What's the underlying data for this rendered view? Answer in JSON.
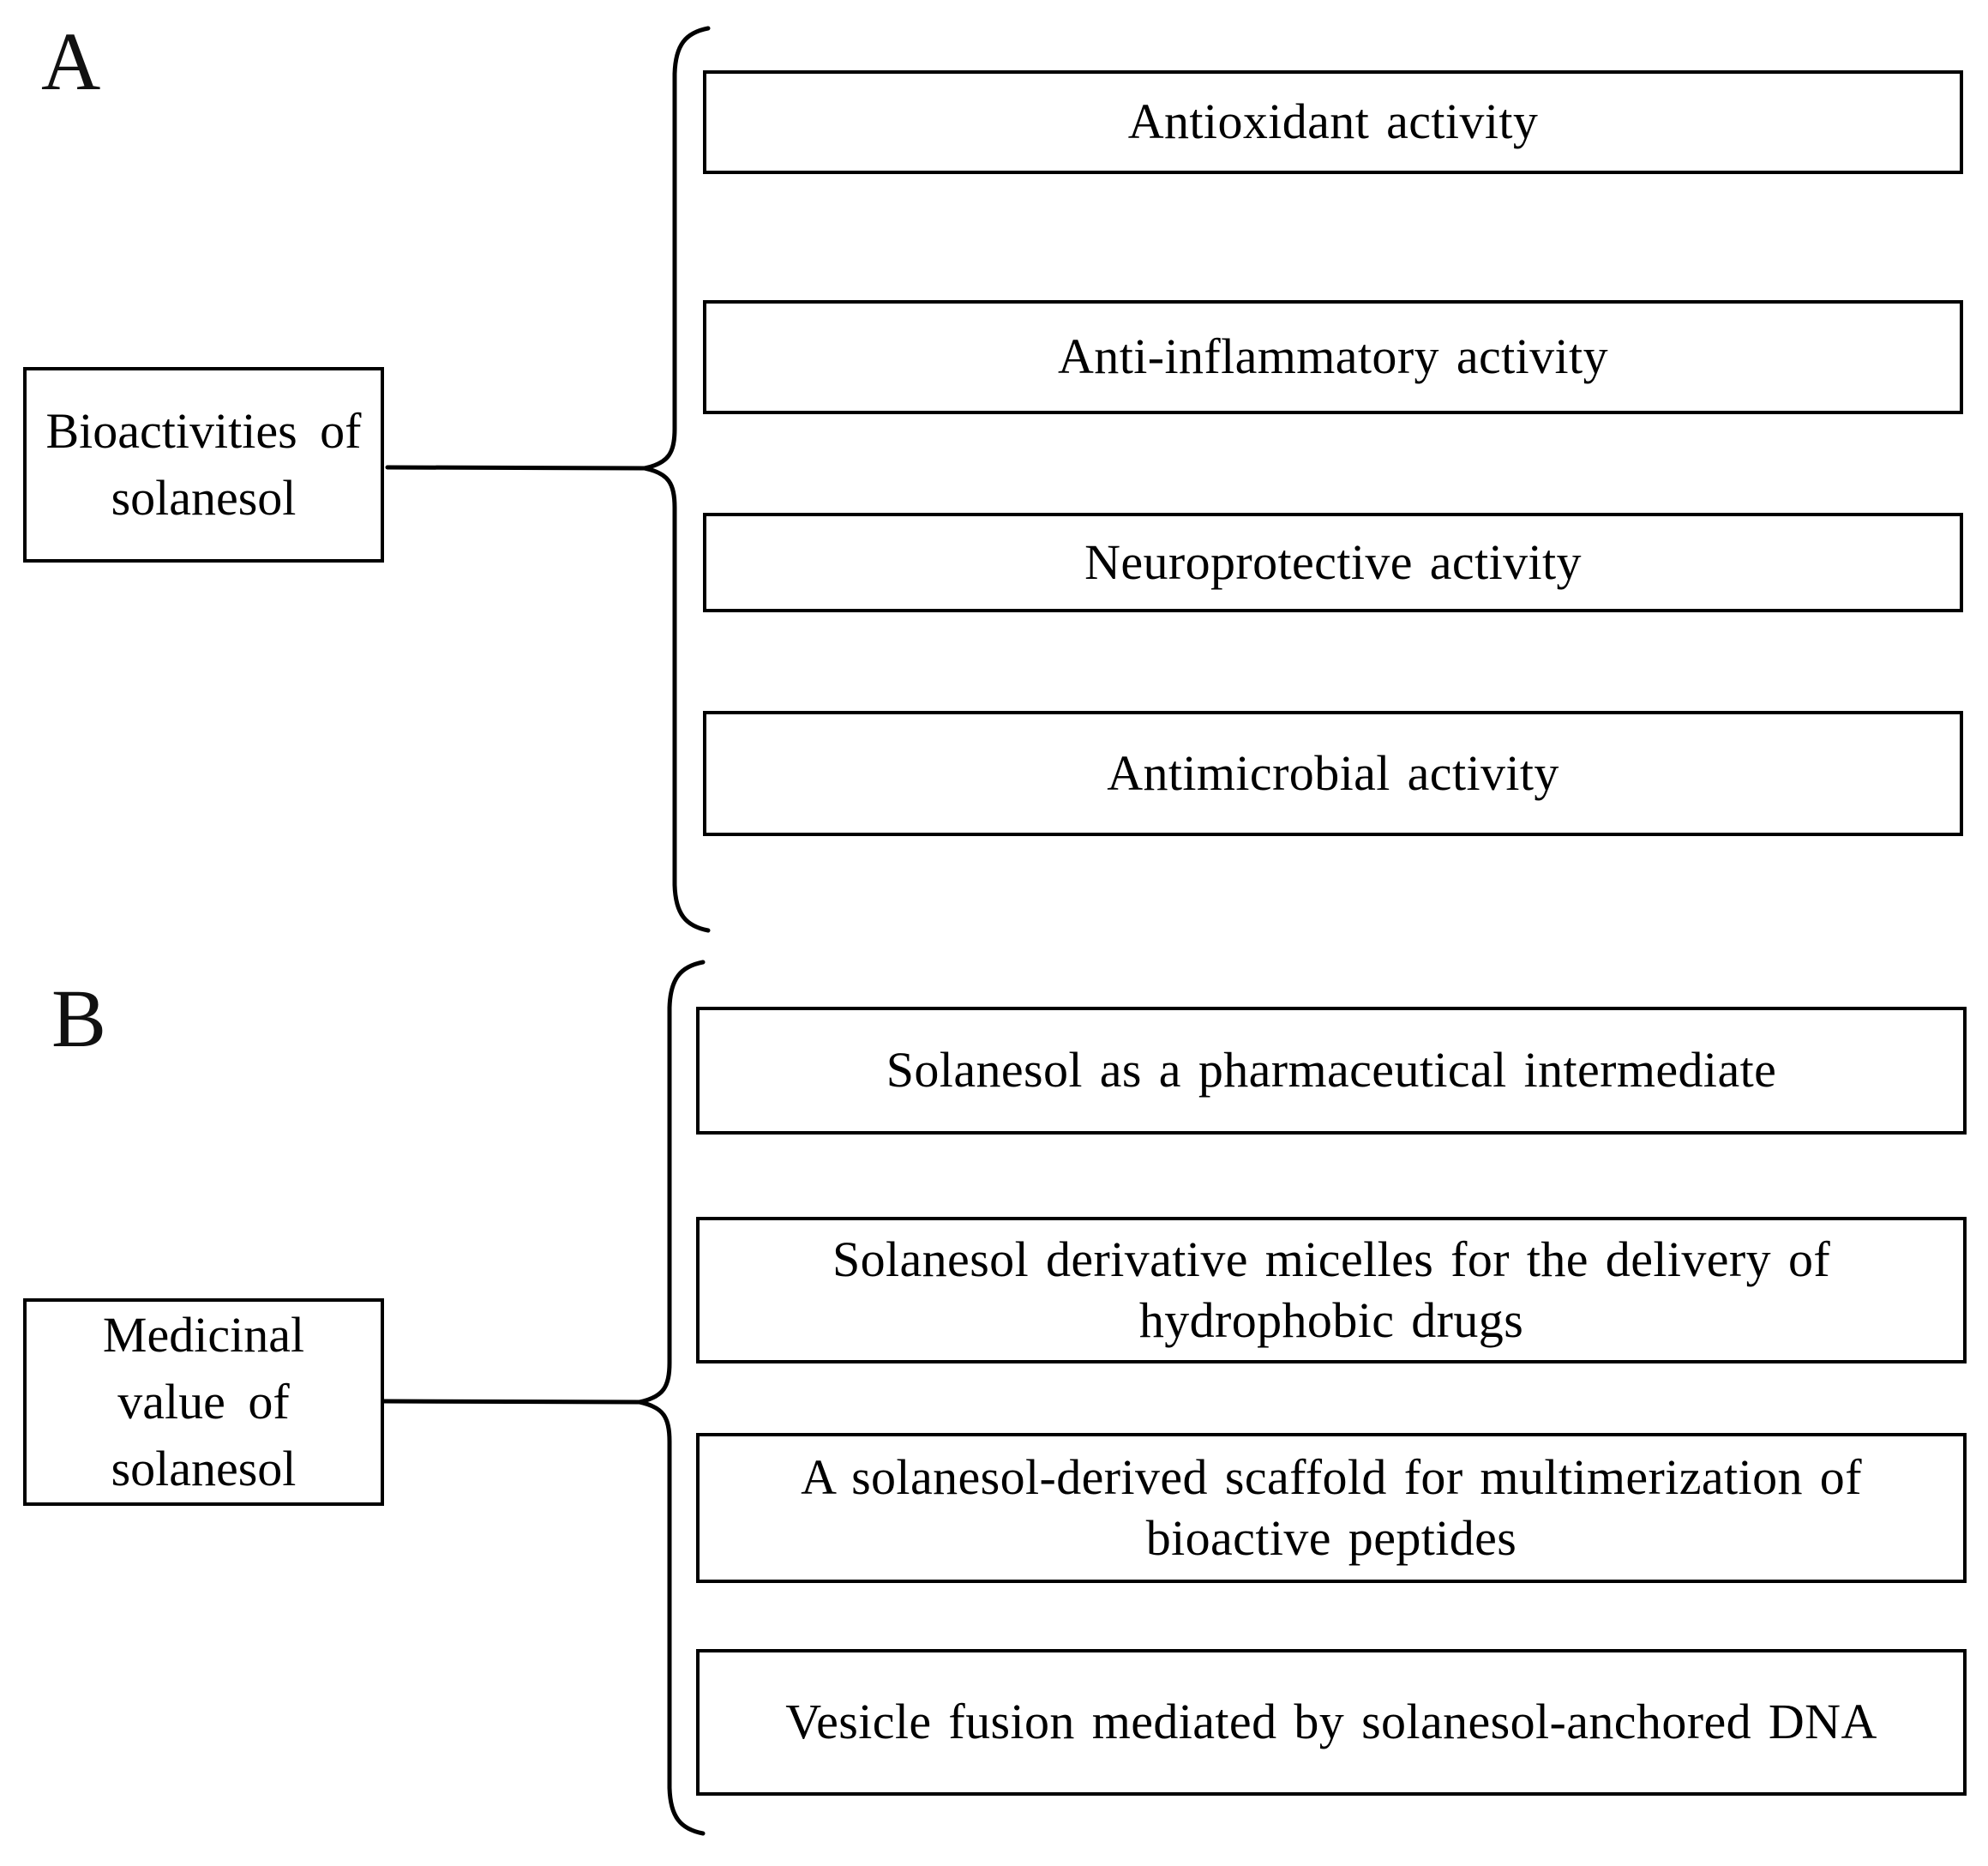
{
  "figure": {
    "background_color": "#ffffff",
    "line_color": "#000000",
    "text_color": "#000000"
  },
  "panels": [
    {
      "letter": "A",
      "root": {
        "label": "Bioactivities of\nsolanesol"
      },
      "items": [
        {
          "label": "Antioxidant activity"
        },
        {
          "label": "Anti-inflammatory activity"
        },
        {
          "label": "Neuroprotective activity"
        },
        {
          "label": "Antimicrobial activity"
        }
      ]
    },
    {
      "letter": "B",
      "root": {
        "label": "Medicinal value of\nsolanesol"
      },
      "items": [
        {
          "label": "Solanesol as a pharmaceutical intermediate"
        },
        {
          "label": "Solanesol derivative micelles for the delivery of hydrophobic drugs"
        },
        {
          "label": "A solanesol-derived scaffold for multimerization of bioactive peptides"
        },
        {
          "label": "Vesicle fusion mediated by solanesol-anchored DNA"
        }
      ]
    }
  ]
}
